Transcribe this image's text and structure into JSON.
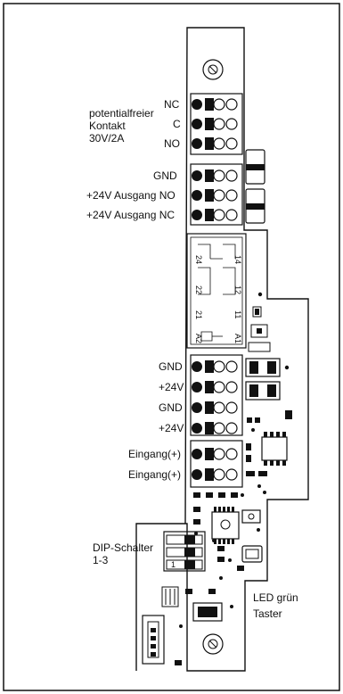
{
  "labels": {
    "nc": "NC",
    "c": "C",
    "no": "NO",
    "potentialfreier": "potentialfreier",
    "kontakt": "Kontakt",
    "rating": "30V/2A",
    "gnd_top": "GND",
    "out_no": "+24V Ausgang NO",
    "out_nc": "+24V Ausgang NC",
    "gnd1": "GND",
    "p24_1": "+24V",
    "gnd2": "GND",
    "p24_2": "+24V",
    "in1": "Eingang(+)",
    "in2": "Eingang(+)",
    "dip_line1": "DIP-Schalter",
    "dip_line2": "1-3",
    "led": "LED grün",
    "taster": "Taster"
  },
  "relay": {
    "pin24": "24",
    "pin14": "14",
    "pin22": "22",
    "pin12": "12",
    "pin21": "21",
    "pin11": "11",
    "pinA2": "A2",
    "pinA1": "A1"
  },
  "dip_marker": {
    "num": "1"
  },
  "colors": {
    "line": "#111111",
    "background": "#ffffff"
  }
}
